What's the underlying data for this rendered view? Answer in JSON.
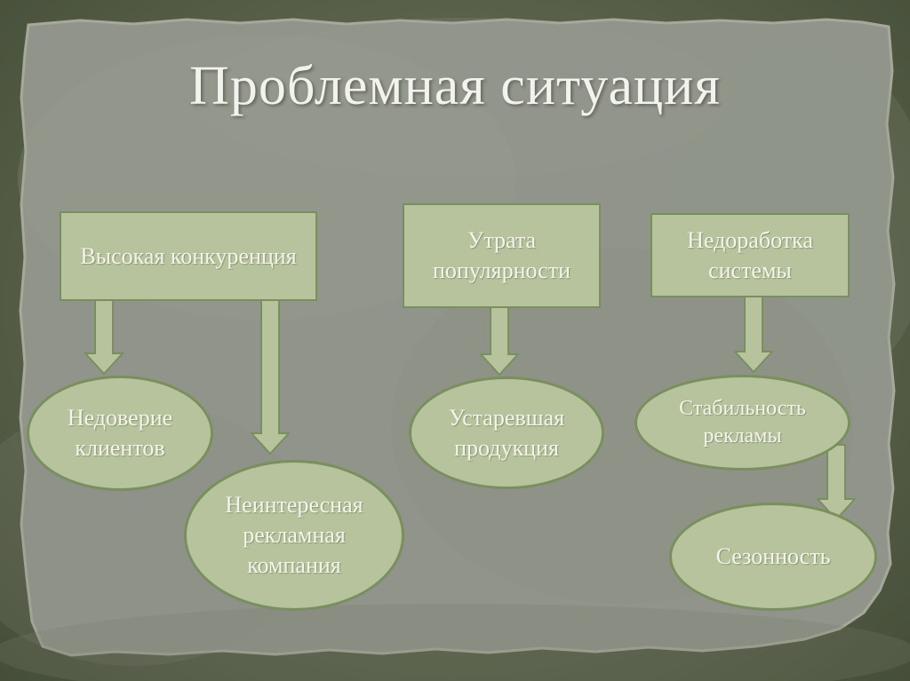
{
  "slide": {
    "title": "Проблемная ситуация"
  },
  "diagram": {
    "boxes": [
      {
        "id": "competition",
        "label": "Высокая конкуренция"
      },
      {
        "id": "popularity",
        "label": "Утрата популярности"
      },
      {
        "id": "system",
        "label": "Недоработка системы"
      }
    ],
    "ellipses": [
      {
        "id": "distrust",
        "label": "Недоверие клиентов"
      },
      {
        "id": "campaign",
        "label": "Неинтересная рекламная компания"
      },
      {
        "id": "products",
        "label": "Устаревшая продукция"
      },
      {
        "id": "stability",
        "label": "Стабильность рекламы"
      },
      {
        "id": "season",
        "label": "Сезонность"
      }
    ],
    "edges": [
      {
        "from": "competition",
        "to": "distrust"
      },
      {
        "from": "competition",
        "to": "campaign"
      },
      {
        "from": "popularity",
        "to": "products"
      },
      {
        "from": "system",
        "to": "stability"
      },
      {
        "from": "stability",
        "to": "season"
      }
    ]
  },
  "colors": {
    "slide_border": "#59614a",
    "paper": "#90948a",
    "shape_fill": "#b6c39c",
    "shape_border": "#7a8f5e",
    "shape_text": "#f3f5ea",
    "title_text": "#f2f3ec"
  }
}
